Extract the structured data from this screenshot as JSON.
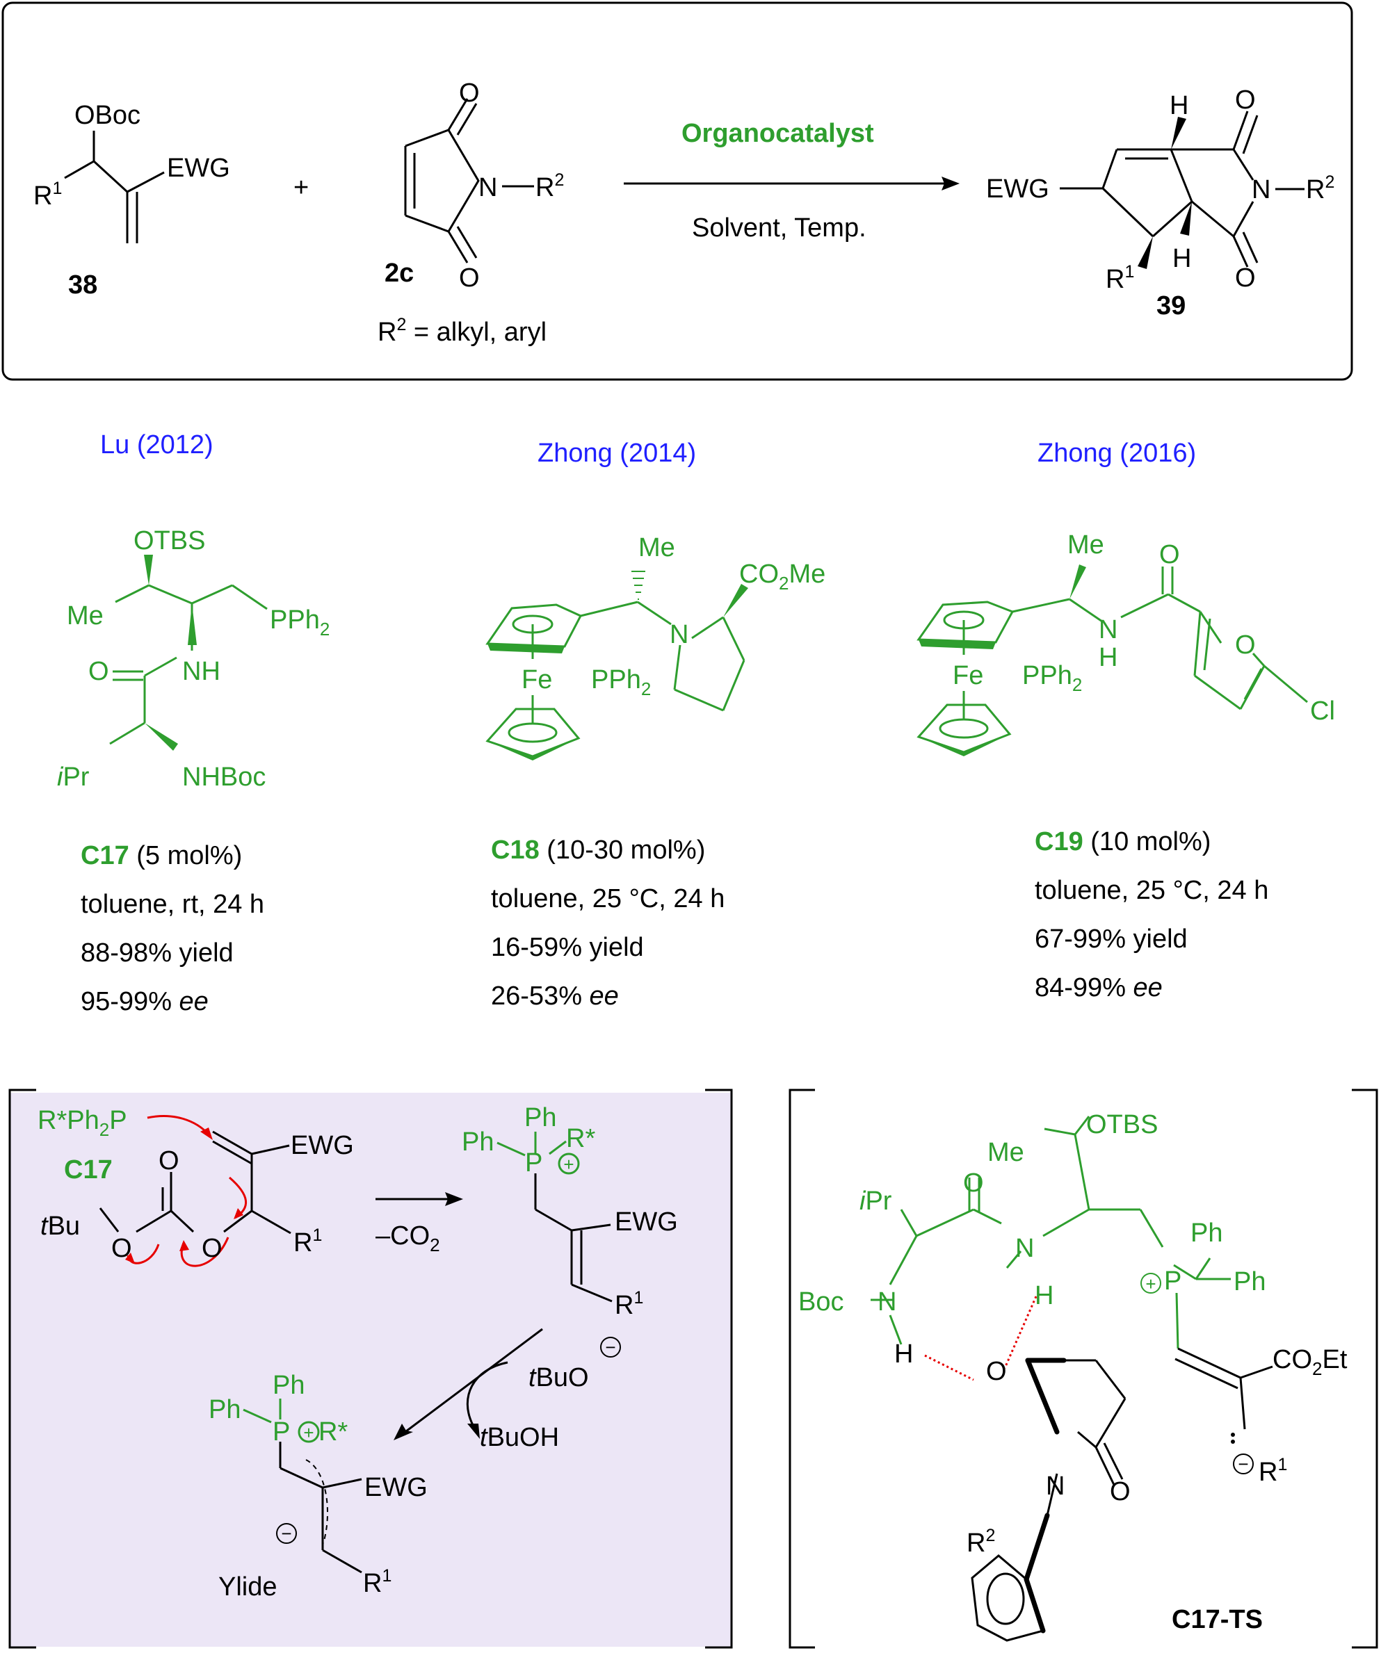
{
  "colors": {
    "green": "#2e9e2e",
    "blue": "#1f1fff",
    "red": "#e60000",
    "mech_bg": "#ece6f6",
    "black": "#000000"
  },
  "scheme": {
    "sm1_label": "38",
    "sm1_group_top": "OBoc",
    "sm1_group_right": "EWG",
    "sm1_group_left": "R",
    "sm1_group_left_sup": "1",
    "plus": "+",
    "sm2_label": "2c",
    "sm2_carbonyl": "O",
    "sm2_n": "N",
    "sm2_r": "R",
    "sm2_r_sup": "2",
    "sm2_note": "R",
    "sm2_note_sup": "2",
    "sm2_note_rest": " = alkyl, aryl",
    "reagent": "Organocatalyst",
    "conditions": "Solvent, Temp.",
    "product_label": "39",
    "product_ewg": "EWG",
    "product_h": "H",
    "product_n": "N",
    "product_o": "O",
    "product_r": "R",
    "product_r1_sup": "1",
    "product_r2_sup": "2"
  },
  "catalysts": [
    {
      "author": "Lu (2012)",
      "id": "C17",
      "loading": " (5 mol%)",
      "conditions": "toluene, rt, 24 h",
      "yield": "88-98% yield",
      "ee_value": "95-99% ",
      "ee_unit": "ee",
      "atoms": {
        "otbs": "OTBS",
        "me": "Me",
        "pph2": "PPh",
        "pph2_sub": "2",
        "o": "O",
        "nh": "NH",
        "ipr_i": "i",
        "ipr": "Pr",
        "nhboc": "NHBoc"
      }
    },
    {
      "author": "Zhong (2014)",
      "id": "C18",
      "loading": " (10-30 mol%)",
      "conditions": "toluene, 25 °C, 24 h",
      "yield": "16-59% yield",
      "ee_value": "26-53% ",
      "ee_unit": "ee",
      "atoms": {
        "me": "Me",
        "co2me": "CO",
        "co2me_sub": "2",
        "co2me_rest": "Me",
        "n": "N",
        "fe": "Fe",
        "pph2": "PPh",
        "pph2_sub": "2"
      }
    },
    {
      "author": "Zhong (2016)",
      "id": "C19",
      "loading": " (10 mol%)",
      "conditions": "toluene, 25 °C, 24 h",
      "yield": "67-99% yield",
      "ee_value": "84-99% ",
      "ee_unit": "ee",
      "atoms": {
        "me": "Me",
        "o": "O",
        "n": "N",
        "h": "H",
        "fe": "Fe",
        "pph2": "PPh",
        "pph2_sub": "2",
        "o_ring": "O",
        "cl": "Cl"
      }
    }
  ],
  "mechanism": {
    "phosphine": "R*Ph",
    "phosphine_sub": "2",
    "phosphine_rest": "P",
    "c17": "C17",
    "ewg": "EWG",
    "o": "O",
    "tbu_t": "t",
    "tbu": "Bu",
    "r1": "R",
    "r1_sup": "1",
    "minus_co2": "–CO",
    "minus_co2_sub": "2",
    "ph": "Ph",
    "p": "P",
    "rstar": "R*",
    "plus_circle": "+",
    "minus_circle": "−",
    "tbuo_t": "t",
    "tbuo": "BuO",
    "tbuoh_t": "t",
    "tbuoh": "BuOH",
    "ylide": "Ylide"
  },
  "ts": {
    "label": "C17-TS",
    "me": "Me",
    "otbs": "OTBS",
    "ipr_i": "i",
    "ipr": "Pr",
    "o": "O",
    "n": "N",
    "h": "H",
    "boc": "Boc",
    "p": "P",
    "ph": "Ph",
    "co2et": "CO",
    "co2et_sub": "2",
    "co2et_rest": "Et",
    "r1": "R",
    "r1_sup": "1",
    "r2": "R",
    "r2_sup": "2"
  }
}
